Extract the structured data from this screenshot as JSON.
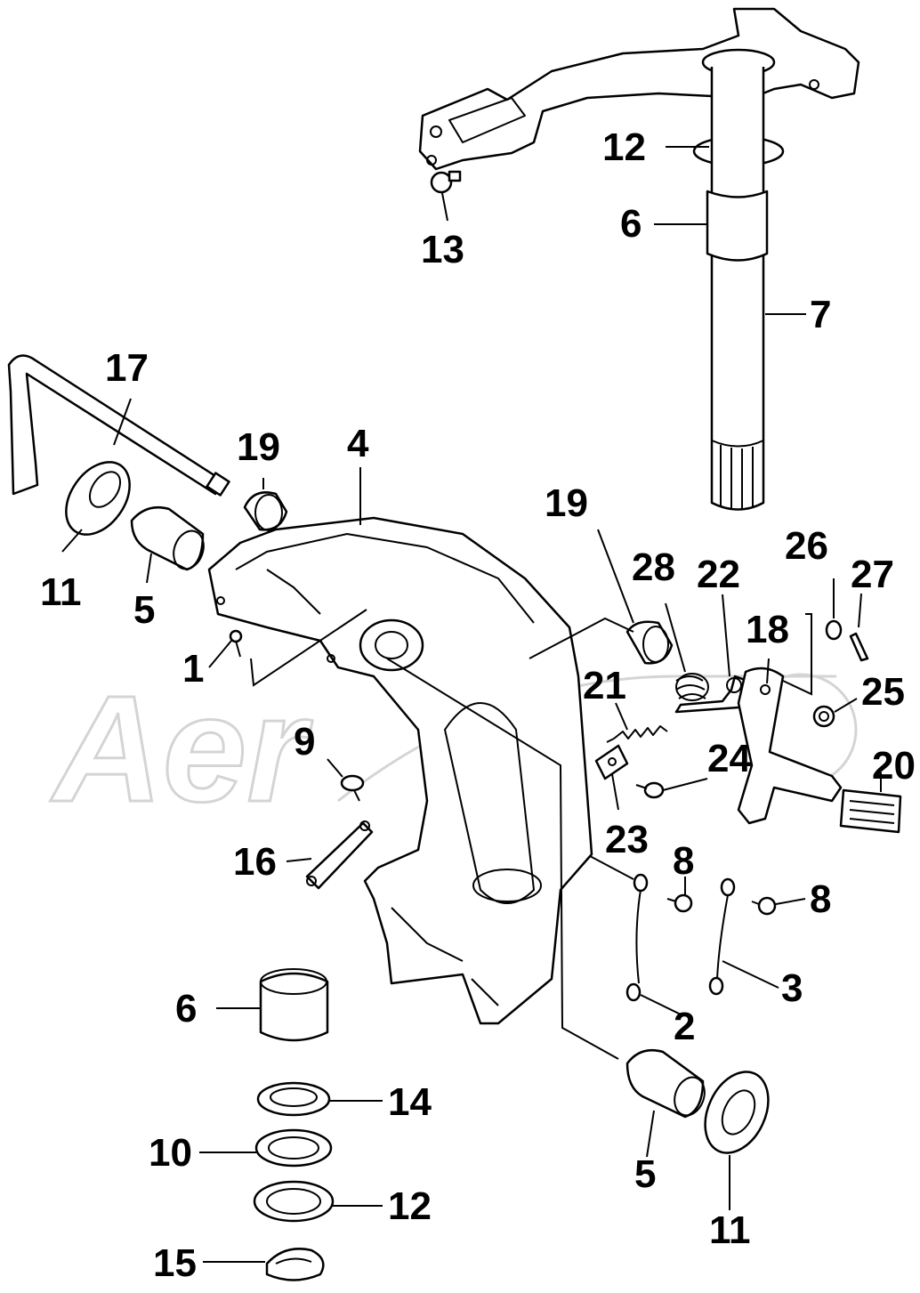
{
  "watermark": {
    "text": "Aer"
  },
  "callouts": [
    {
      "id": "1",
      "label": "1"
    },
    {
      "id": "2",
      "label": "2"
    },
    {
      "id": "3",
      "label": "3"
    },
    {
      "id": "4",
      "label": "4"
    },
    {
      "id": "5a",
      "label": "5"
    },
    {
      "id": "5b",
      "label": "5"
    },
    {
      "id": "6a",
      "label": "6"
    },
    {
      "id": "6b",
      "label": "6"
    },
    {
      "id": "7",
      "label": "7"
    },
    {
      "id": "8a",
      "label": "8"
    },
    {
      "id": "8b",
      "label": "8"
    },
    {
      "id": "9",
      "label": "9"
    },
    {
      "id": "10",
      "label": "10"
    },
    {
      "id": "11a",
      "label": "11"
    },
    {
      "id": "11b",
      "label": "11"
    },
    {
      "id": "12a",
      "label": "12"
    },
    {
      "id": "12b",
      "label": "12"
    },
    {
      "id": "13",
      "label": "13"
    },
    {
      "id": "14",
      "label": "14"
    },
    {
      "id": "15",
      "label": "15"
    },
    {
      "id": "16",
      "label": "16"
    },
    {
      "id": "17",
      "label": "17"
    },
    {
      "id": "18",
      "label": "18"
    },
    {
      "id": "19a",
      "label": "19"
    },
    {
      "id": "19b",
      "label": "19"
    },
    {
      "id": "20",
      "label": "20"
    },
    {
      "id": "21",
      "label": "21"
    },
    {
      "id": "22",
      "label": "22"
    },
    {
      "id": "23",
      "label": "23"
    },
    {
      "id": "24",
      "label": "24"
    },
    {
      "id": "25",
      "label": "25"
    },
    {
      "id": "26",
      "label": "26"
    },
    {
      "id": "27",
      "label": "27"
    },
    {
      "id": "28",
      "label": "28"
    }
  ]
}
